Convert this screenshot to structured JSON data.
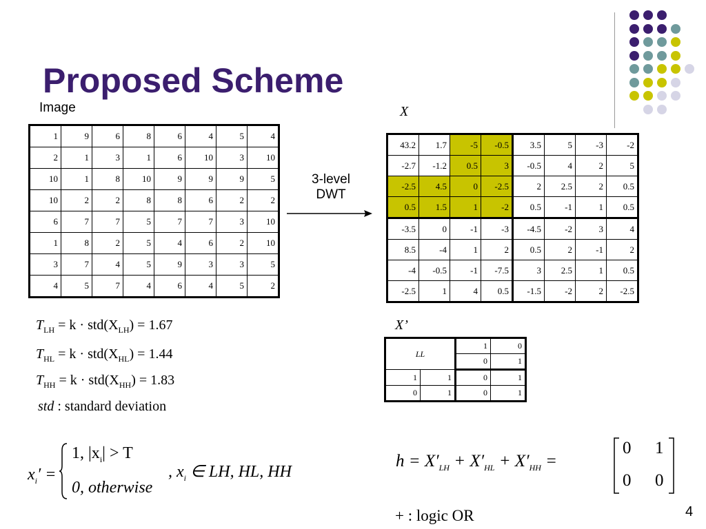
{
  "slide": {
    "title": "Proposed Scheme",
    "page_number": "4"
  },
  "image_table": {
    "label": "Image",
    "rows": [
      [
        "1",
        "9",
        "6",
        "8",
        "6",
        "4",
        "5",
        "4"
      ],
      [
        "2",
        "1",
        "3",
        "1",
        "6",
        "10",
        "3",
        "10"
      ],
      [
        "10",
        "1",
        "8",
        "10",
        "9",
        "9",
        "9",
        "5"
      ],
      [
        "10",
        "2",
        "2",
        "8",
        "8",
        "6",
        "2",
        "2"
      ],
      [
        "6",
        "7",
        "7",
        "5",
        "7",
        "7",
        "3",
        "10"
      ],
      [
        "1",
        "8",
        "2",
        "5",
        "4",
        "6",
        "2",
        "10"
      ],
      [
        "3",
        "7",
        "4",
        "5",
        "9",
        "3",
        "3",
        "5"
      ],
      [
        "4",
        "5",
        "7",
        "4",
        "6",
        "4",
        "5",
        "2"
      ]
    ]
  },
  "arrow": {
    "line1": "3-level",
    "line2": "DWT"
  },
  "x_table": {
    "label": "X",
    "highlight_color": "#c8c400",
    "rows": [
      [
        "43.2",
        "1.7",
        "-5",
        "-0.5",
        "3.5",
        "5",
        "-3",
        "-2"
      ],
      [
        "-2.7",
        "-1.2",
        "0.5",
        "3",
        "-0.5",
        "4",
        "2",
        "5"
      ],
      [
        "-2.5",
        "4.5",
        "0",
        "-2.5",
        "2",
        "2.5",
        "2",
        "0.5"
      ],
      [
        "0.5",
        "1.5",
        "1",
        "-2",
        "0.5",
        "-1",
        "1",
        "0.5"
      ],
      [
        "-3.5",
        "0",
        "-1",
        "-3",
        "-4.5",
        "-2",
        "3",
        "4"
      ],
      [
        "8.5",
        "-4",
        "1",
        "2",
        "0.5",
        "2",
        "-1",
        "2"
      ],
      [
        "-4",
        "-0.5",
        "-1",
        "-7.5",
        "3",
        "2.5",
        "1",
        "0.5"
      ],
      [
        "-2.5",
        "1",
        "4",
        "0.5",
        "-1.5",
        "-2",
        "2",
        "-2.5"
      ]
    ]
  },
  "xprime_table": {
    "label": "X’",
    "ll_label": "LL",
    "top_right": [
      [
        "1",
        "0"
      ],
      [
        "0",
        "1"
      ]
    ],
    "bottom": [
      [
        "1",
        "1",
        "0",
        "1"
      ],
      [
        "0",
        "1",
        "0",
        "1"
      ]
    ]
  },
  "thresholds": [
    {
      "t": "T",
      "sub": "LH",
      "mid": " = k · std(X",
      "sub2": "LH",
      "end": ") = 1.67"
    },
    {
      "t": "T",
      "sub": "HL",
      "mid": " = k · std(X",
      "sub2": "HL",
      "end": ") = 1.44"
    },
    {
      "t": "T",
      "sub": "HH",
      "mid": " = k · std(X",
      "sub2": "HH",
      "end": ") = 1.83"
    }
  ],
  "std_note": {
    "term": "std",
    "colon": " : ",
    "text": "standard deviation"
  },
  "piecewise": {
    "lhs": "x",
    "lhs_sub": "i",
    "case1": "1, |x",
    "case1_sub": "i",
    "case1_end": "| > T",
    "case2": "0, otherwise",
    "domain": ", x",
    "domain_sub": "i",
    "domain_end": " ∈ LH, HL, HH"
  },
  "h_formula": {
    "text": "h = X′",
    "s1": "LH",
    "p1": " + X′",
    "s2": "HL",
    "p2": " + X′",
    "s3": "HH",
    "eq": " =",
    "matrix": [
      [
        "0",
        "1"
      ],
      [
        "0",
        "0"
      ]
    ]
  },
  "or_note": {
    "symbol": "+ :",
    "text": "logic OR"
  },
  "dots": {
    "colors": [
      "#3b1e6e",
      "#6f9a9c",
      "#c8c400",
      "#d6d5e6"
    ]
  }
}
